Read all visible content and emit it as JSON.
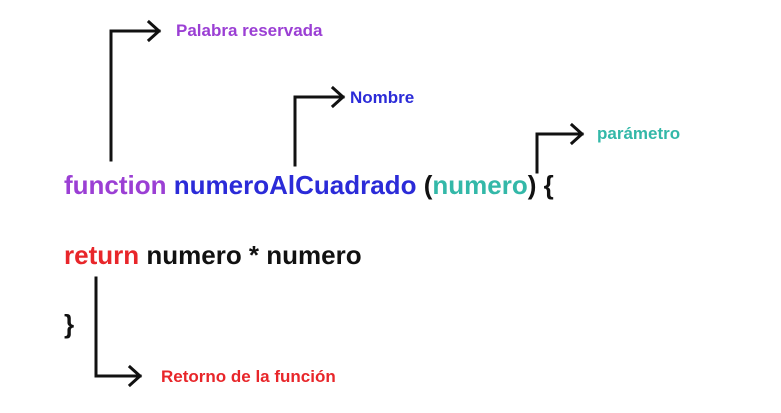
{
  "colors": {
    "keyword": "#9b3fd4",
    "name": "#2b2bd8",
    "parameter": "#33b8a8",
    "return": "#e8262a",
    "text": "#111111",
    "arrow": "#111111"
  },
  "labels": {
    "reserved_word": "Palabra reservada",
    "name": "Nombre",
    "parameter": "parámetro",
    "return_value": "Retorno de la función"
  },
  "code": {
    "keyword": "function",
    "function_name": "numeroAlCuadrado",
    "open_paren": "(",
    "param": "numero",
    "close_paren_brace": ") {",
    "return_keyword": "return",
    "return_expression": "numero * numero",
    "closing_brace": "}"
  }
}
